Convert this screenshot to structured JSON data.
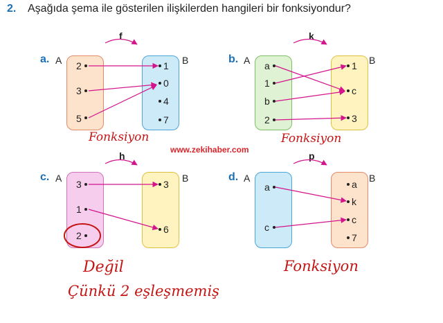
{
  "question": {
    "number": "2.",
    "text": "Aşağıda şema ile gösterilen ilişkilerden hangileri bir fonksiyondur?"
  },
  "panels": {
    "a": {
      "label": "a.",
      "setA": "A",
      "setB": "B",
      "func": "f",
      "left": [
        "2",
        "3",
        "5"
      ],
      "right": [
        "1",
        "0",
        "4",
        "7"
      ],
      "note": "Fonksiyon"
    },
    "b": {
      "label": "b.",
      "setA": "A",
      "setB": "B",
      "func": "k",
      "left": [
        "a",
        "1",
        "b",
        "2"
      ],
      "right": [
        "1",
        "c",
        "3"
      ],
      "note": "Fonksiyon"
    },
    "c": {
      "label": "c.",
      "setA": "A",
      "setB": "B",
      "func": "h",
      "left": [
        "3",
        "1",
        "2"
      ],
      "right": [
        "3",
        "6"
      ],
      "note": "Değil",
      "note2": "Çünkü 2 eşleşmemiş"
    },
    "d": {
      "label": "d.",
      "setA": "A",
      "setB": "B",
      "func": "p",
      "left": [
        "a",
        "c"
      ],
      "right": [
        "a",
        "k",
        "c",
        "7"
      ],
      "note": "Fonksiyon"
    }
  },
  "watermark": "www.zekihaber.com",
  "colors": {
    "title_blue": "#1a6fb5",
    "arrow_magenta": "#d4148c",
    "ink_red": "#c41515",
    "peach_fill": "#fde2cc",
    "peach_border": "#e38a68",
    "blue_fill": "#cdeaf8",
    "blue_border": "#4aa5d8",
    "green_fill": "#dff2d4",
    "green_border": "#7cbf67",
    "yellow_fill": "#fff4bf",
    "yellow_border": "#e0c040",
    "pink_fill": "#f6cdec",
    "pink_border": "#cf72b9"
  }
}
